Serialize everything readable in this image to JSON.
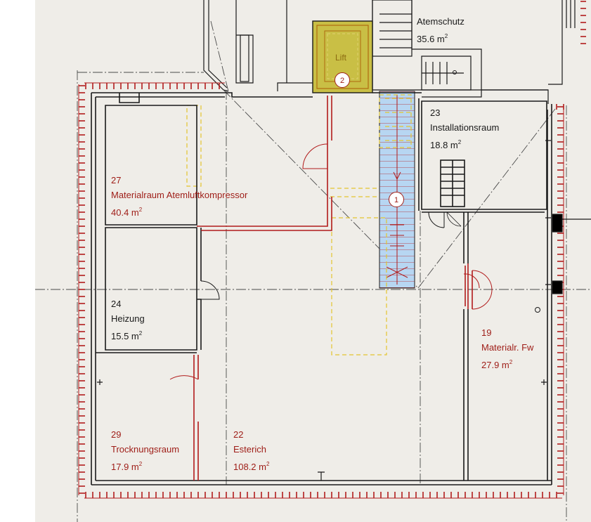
{
  "colors": {
    "background": "#efede8",
    "wall": "#1a1a1a",
    "room_label_dark": "#1a1a1a",
    "room_label_red": "#9e1c16",
    "insulation_hatch": "#b11b1b",
    "lift_fill": "#c9bf45",
    "lift_outline": "#b06a10",
    "stair_fill": "#b7d6f2",
    "dashed_outline": "#e4c530"
  },
  "rooms": [
    {
      "number": "",
      "name": "Atemschutz",
      "area": "35.6 m",
      "unit_sup": "2",
      "style": "dark"
    },
    {
      "number": "23",
      "name": "Installationsraum",
      "area": "18.8 m",
      "unit_sup": "2",
      "style": "dark"
    },
    {
      "number": "27",
      "name": "Materialraum Atemluftkompressor",
      "area": "40.4 m",
      "unit_sup": "2",
      "style": "red"
    },
    {
      "number": "24",
      "name": "Heizung",
      "area": "15.5 m",
      "unit_sup": "2",
      "style": "dark"
    },
    {
      "number": "19",
      "name": "Materialr. Fw",
      "area": "27.9 m",
      "unit_sup": "2",
      "style": "red"
    },
    {
      "number": "29",
      "name": "Trocknungsraum",
      "area": "17.9 m",
      "unit_sup": "2",
      "style": "red"
    },
    {
      "number": "22",
      "name": "Esterich",
      "area": "108.2 m",
      "unit_sup": "2",
      "style": "red"
    }
  ],
  "lift": {
    "label": "Lift"
  },
  "markers": [
    {
      "label": "2",
      "icon": "numbered-circle-marker"
    },
    {
      "label": "1",
      "icon": "numbered-circle-marker"
    }
  ]
}
